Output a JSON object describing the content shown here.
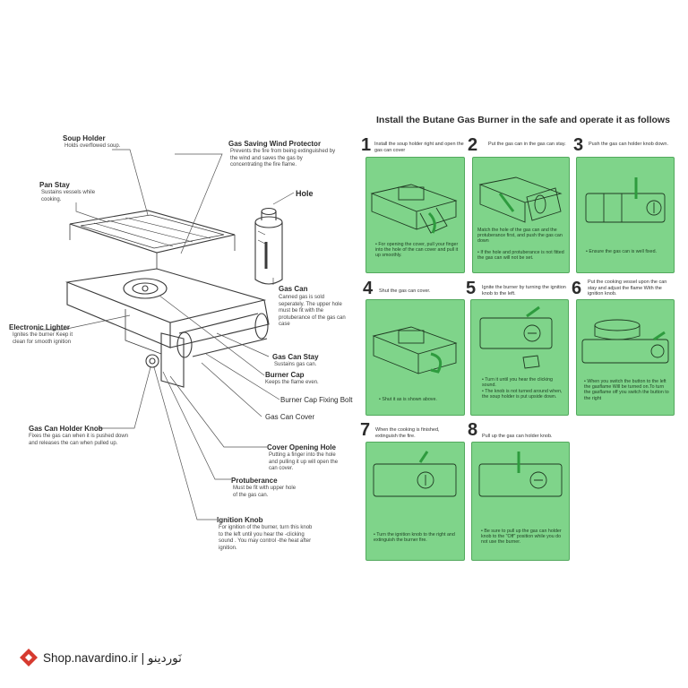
{
  "main_title": "Install  the Butane Gas Burner in the safe and operate it as follows",
  "parts": [
    {
      "id": "soup-holder",
      "title": "Soup Holder",
      "desc": "Holds overflowed soup."
    },
    {
      "id": "gas-saving-wind-protector",
      "title": "Gas Saving Wind Protector",
      "desc": "Prevents the fire from being extinguished by the wind and saves the gas by concentrating the fire flame."
    },
    {
      "id": "pan-stay",
      "title": "Pan Stay",
      "desc": "Sustains vessels while cooking."
    },
    {
      "id": "hole",
      "title": "Hole",
      "desc": ""
    },
    {
      "id": "gas-can",
      "title": "Gas Can",
      "desc": "Canned gas is sold seperately. The upper hole must be fit with the protuberance of the gas can case"
    },
    {
      "id": "electronic-lighter",
      "title": "Electronic Lighter",
      "desc": "Ignites the burner Keep it clean for smooth ignition"
    },
    {
      "id": "gas-can-stay",
      "title": "Gas Can Stay",
      "desc": "Sustains gas can."
    },
    {
      "id": "burner-cap",
      "title": "Burner Cap",
      "desc": "Keeps the flame even."
    },
    {
      "id": "burner-cap-fixing-bolt",
      "title": "Burner Cap Fixing Bolt",
      "desc": ""
    },
    {
      "id": "gas-can-cover",
      "title": "Gas Can Cover",
      "desc": ""
    },
    {
      "id": "gas-can-holder-knob",
      "title": "Gas Can Holder Knob",
      "desc": "Fixes the gas can when it is pushed down and releases the can when pulled up."
    },
    {
      "id": "cover-opening-hole",
      "title": "Cover Opening Hole",
      "desc": "Putting a finger into the hole and pulling it up will open the can cover."
    },
    {
      "id": "protuberance",
      "title": "Protuberance",
      "desc": "Must be fit with upper hole of the gas can."
    },
    {
      "id": "ignition-knob",
      "title": "Ignition Knob",
      "desc": "For ignition of the burner, turn this knob to the left until you hear the -clicking sound . You may control -the heat after ignition."
    }
  ],
  "steps": [
    {
      "num": "1",
      "text": "Install the soup holder right and open the gas can cover",
      "notes": [
        "• For opening the cover, pull your finger into the hole of the can cover and pull it up smoothly."
      ]
    },
    {
      "num": "2",
      "text": "Put the gas can in the gas can stay.",
      "notes": [
        "Match the hole of the gas can and the protuberance first, and push the gas can down",
        "• If the hole and protuberance is not fitted the gas can will not be set."
      ]
    },
    {
      "num": "3",
      "text": "Push the gas can holder knob down.",
      "notes": [
        "• Ensure the gas can is well fixed."
      ]
    },
    {
      "num": "4",
      "text": "Shut the gas can cover.",
      "notes": [
        "• Shut it as is shown above."
      ]
    },
    {
      "num": "5",
      "text": "Ignite the burner by turning the ignition knob to the left.",
      "notes": [
        "• Turn it until you hear the clicking sound.",
        "• The knob is not turned around when, the soup holder is put upside down."
      ]
    },
    {
      "num": "6",
      "text": "Put the cooking vessel upon the can stay and adjust the flame With the ignition knob.",
      "notes": [
        "• When you switch the button to the left the gasflame Will be turned on.To turn the gasflame off you switch the button to the right"
      ]
    },
    {
      "num": "7",
      "text": "When the cooking is finished, extinguish the fire.",
      "notes": [
        "• Turn the ignition knob to the right and extinguish the burner fire."
      ]
    },
    {
      "num": "8",
      "text": "Pull up the gas can holder knob.",
      "notes": [
        "• Be sure to pull up the gas can holder knob to the \"Off\" position while you do not use the burner."
      ]
    }
  ],
  "footer": {
    "text": "Shop.navardino.ir  |  نَوردینو"
  },
  "colors": {
    "panel_green": "#7fd48a",
    "panel_border": "#52a95d",
    "arrow_green": "#2e9b3e",
    "line_gray": "#555555",
    "brand_red": "#d63a2f"
  }
}
